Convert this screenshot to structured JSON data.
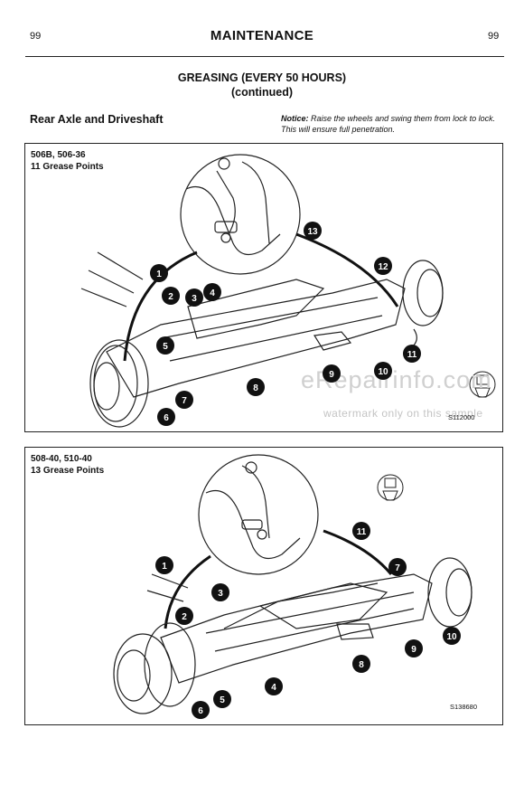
{
  "header": {
    "page_left": "99",
    "title": "MAINTENANCE",
    "page_right": "99"
  },
  "subheading": {
    "line1": "GREASING (EVERY 50 HOURS)",
    "line2": "(continued)"
  },
  "section_title": "Rear Axle and Driveshaft",
  "notice": {
    "label": "Notice:",
    "text": "Raise the wheels and swing them from lock to lock. This will ensure full penetration."
  },
  "figures": [
    {
      "model": "506B, 506-36",
      "points": "11 Grease Points",
      "code": "S112000",
      "callouts": [
        "1",
        "2",
        "3",
        "4",
        "5",
        "6",
        "7",
        "8",
        "9",
        "10",
        "11",
        "12",
        "13"
      ]
    },
    {
      "model": "508-40, 510-40",
      "points": "13 Grease Points",
      "code": "S138680",
      "callouts": [
        "1",
        "2",
        "3",
        "4",
        "5",
        "6",
        "7",
        "8",
        "9",
        "10",
        "11"
      ]
    }
  ],
  "watermark": {
    "line1": "eRepairinfo.com",
    "line2": "watermark only on this sample"
  },
  "colors": {
    "callout_fill": "#111111",
    "callout_text": "#ffffff",
    "line_art": "#222222"
  }
}
